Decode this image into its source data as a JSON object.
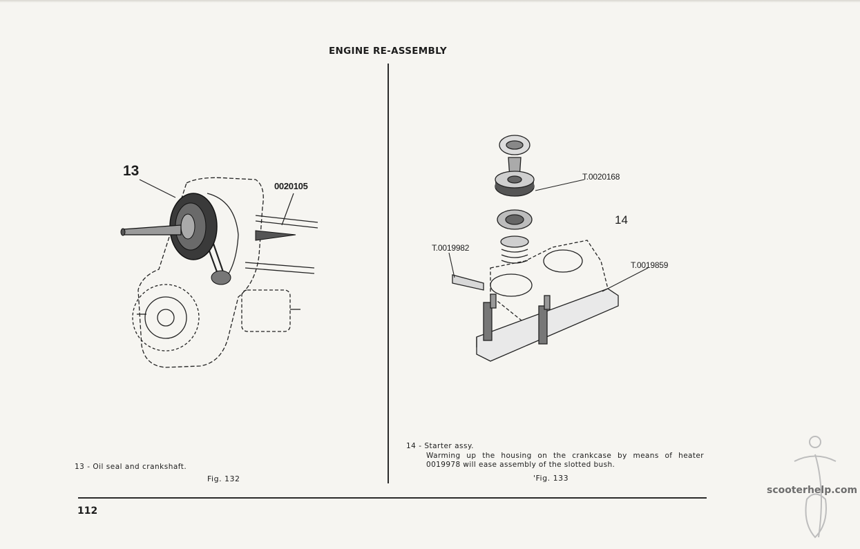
{
  "header": {
    "title": "ENGINE RE-ASSEMBLY"
  },
  "figure_132": {
    "callout_number": "13",
    "tool_code": "0020105",
    "caption": "13 - Oil seal and crankshaft.",
    "fig_label": "Fig. 132"
  },
  "figure_133": {
    "callout_number": "14",
    "part_top": "T.0020168",
    "part_left": "T.0019982",
    "part_right": "T.0019859",
    "caption": "14 - Starter assy.",
    "body": "Warming up the housing on the crankcase by means of heater 0019978 will ease assembly of the slotted bush.",
    "fig_label": "'Fig. 133"
  },
  "footer": {
    "page_number": "112",
    "watermark": "scooterhelp.com"
  },
  "colors": {
    "paper": "#f6f5f1",
    "ink": "#1c1c1c",
    "watermark": "#6d6d6d"
  }
}
